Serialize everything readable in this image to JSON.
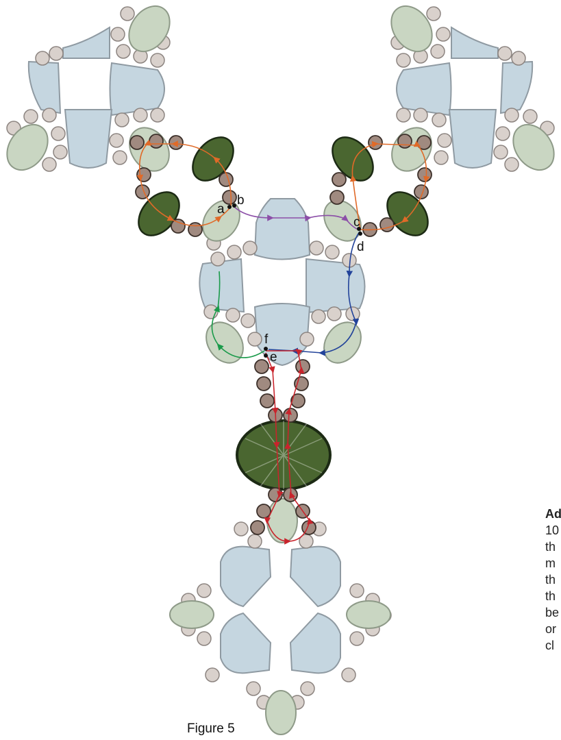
{
  "figure": {
    "caption": "Figure 5"
  },
  "point_labels": [
    "a",
    "b",
    "c",
    "d",
    "e",
    "f"
  ],
  "side_text": {
    "heading": "Ad",
    "lines": [
      "10",
      "th",
      "m",
      "th",
      "th",
      "be",
      "or",
      "cl"
    ]
  },
  "colors": {
    "tile": "#c5d6e0",
    "tile_stroke": "#8f9aa2",
    "seed_bead": "#d9d1cc",
    "round_bead": "#a08a80",
    "crystal_light": "#c9d6c2",
    "crystal_dark": "#4a6630",
    "thread_orange": "#e06a28",
    "thread_purple": "#8c4fa8",
    "thread_blue": "#22439a",
    "thread_green": "#1a9a4a",
    "thread_red": "#c8242c"
  }
}
